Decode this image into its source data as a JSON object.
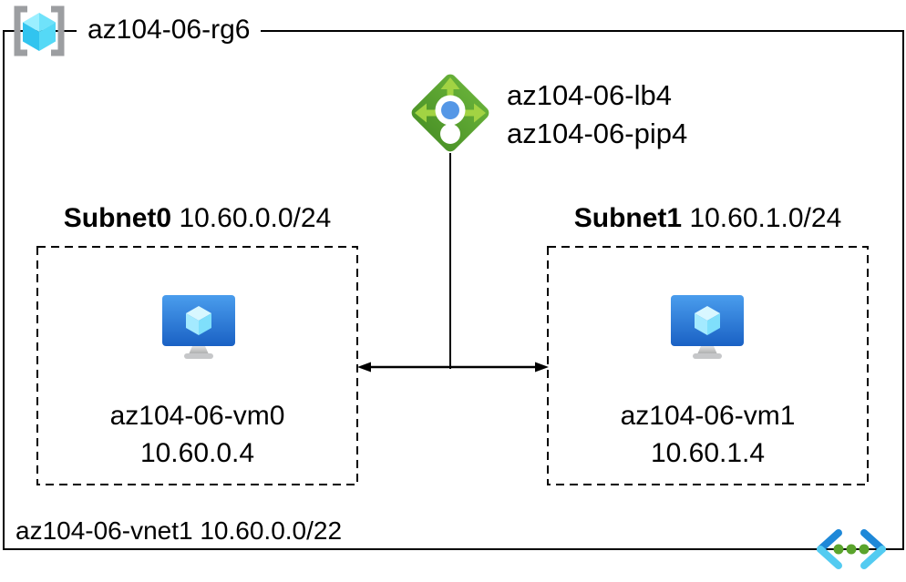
{
  "resource_group": {
    "label": "az104-06-rg6"
  },
  "load_balancer": {
    "name": "az104-06-lb4",
    "public_ip": "az104-06-pip4"
  },
  "subnets": [
    {
      "name": "Subnet0",
      "cidr": "10.60.0.0/24",
      "vm_name": "az104-06-vm0",
      "vm_ip": "10.60.0.4"
    },
    {
      "name": "Subnet1",
      "cidr": "10.60.1.0/24",
      "vm_name": "az104-06-vm1",
      "vm_ip": "10.60.1.4"
    }
  ],
  "vnet": {
    "label": "az104-06-vnet1 10.60.0.0/22"
  },
  "icons": {
    "resource_group": "resource-group-icon (gray brackets with cyan cube)",
    "load_balancer": "load-balancer-icon (green diamond with arrows)",
    "virtual_machine": "virtual-machine-icon (blue monitor with cube)",
    "virtual_network": "virtual-network-icon (blue chevrons with green dots)"
  },
  "colors": {
    "line": "#000000",
    "background": "#FFFFFF",
    "rg_bracket": "#9C9EA1",
    "rg_cube_top_l": "#9BEFFF",
    "rg_cube_top_r": "#6FE2FA",
    "rg_cube_left": "#31C4EF",
    "rg_cube_right": "#55D9F6",
    "lb_green_top": "#66AF38",
    "lb_green_bottom": "#4C9428",
    "lb_arrow_green": "#A2D343",
    "lb_dot_blue": "#5597E6",
    "vm_blue_top": "#4A9DED",
    "vm_blue_bottom": "#1A61C4",
    "vm_cube_top": "#D8F7FF",
    "vm_cube_left": "#A4EAFF",
    "vm_cube_right": "#7FDFFB",
    "stand_light": "#E2E2E2",
    "stand_dark": "#A9AAAB",
    "stand_base": "#C6C7C9",
    "vnet_blue_dark": "#1E88D8",
    "vnet_blue_light": "#53CBF1",
    "vnet_dot_green": "#5AA42C"
  }
}
